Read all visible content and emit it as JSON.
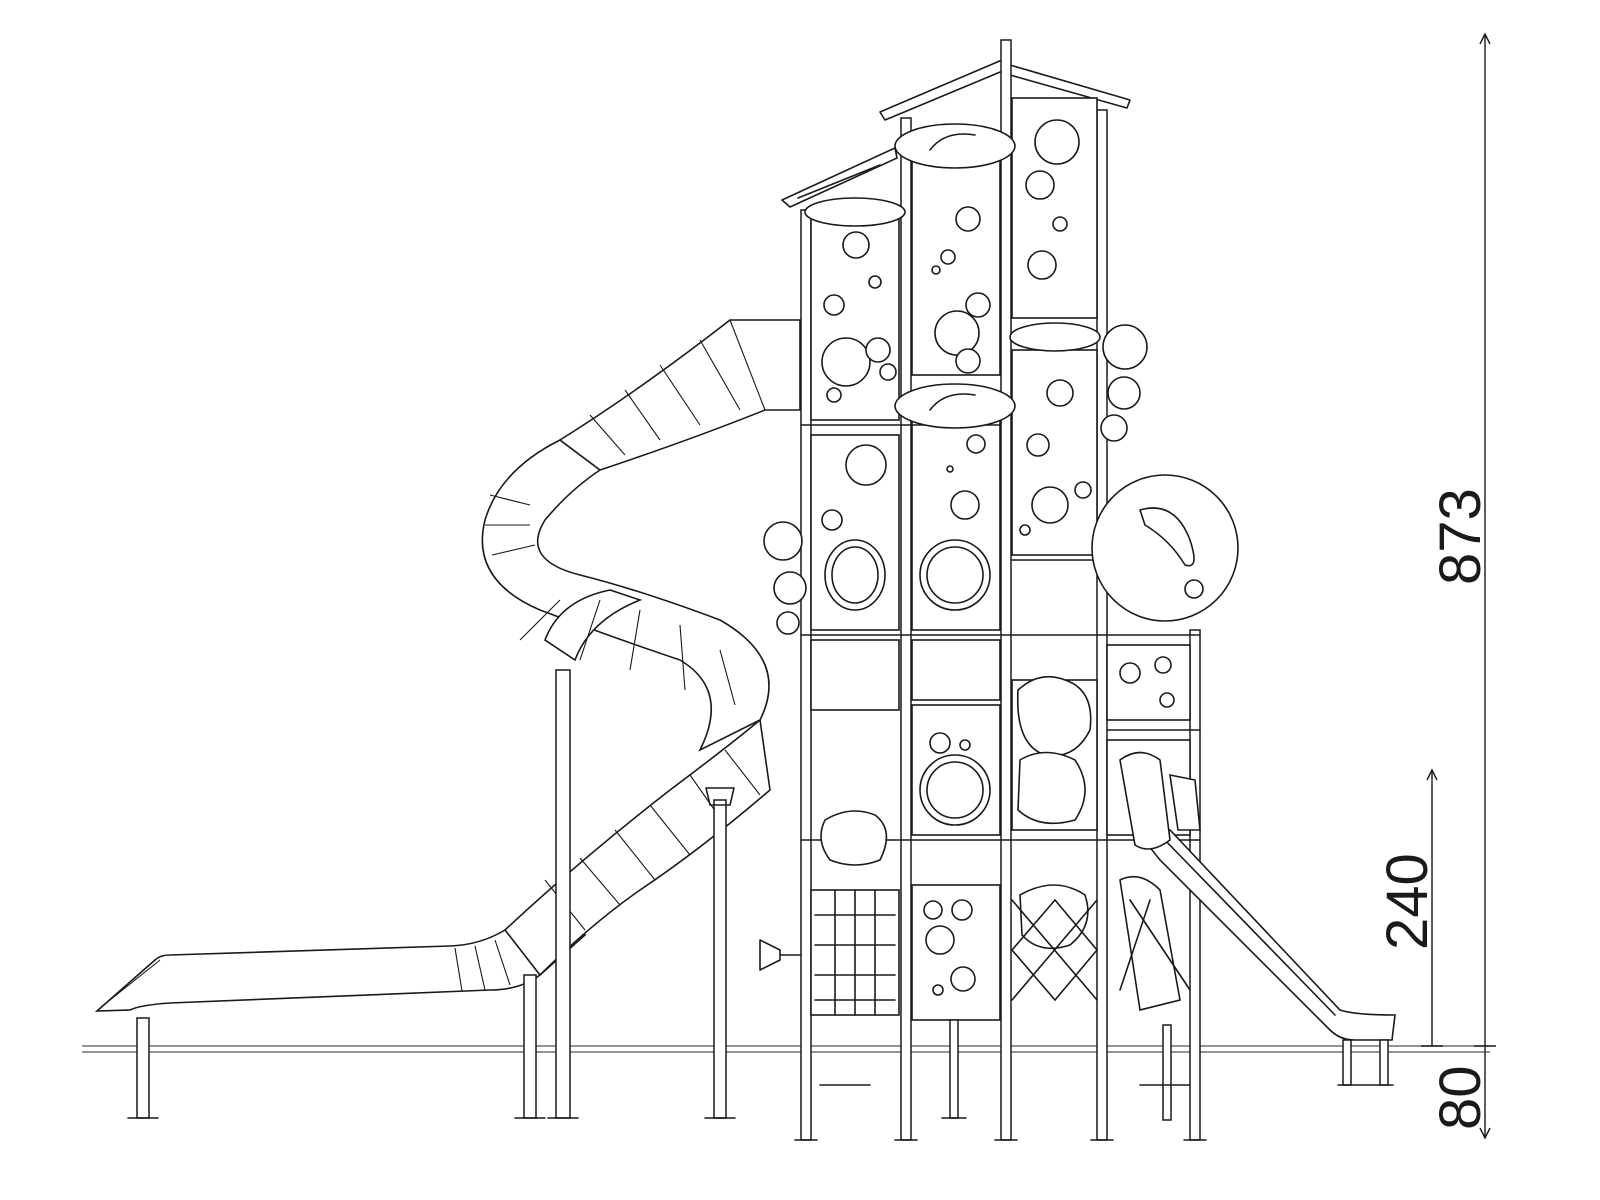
{
  "dimensions": {
    "total_height": "873",
    "platform_height": "240",
    "foundation_depth": "80"
  }
}
